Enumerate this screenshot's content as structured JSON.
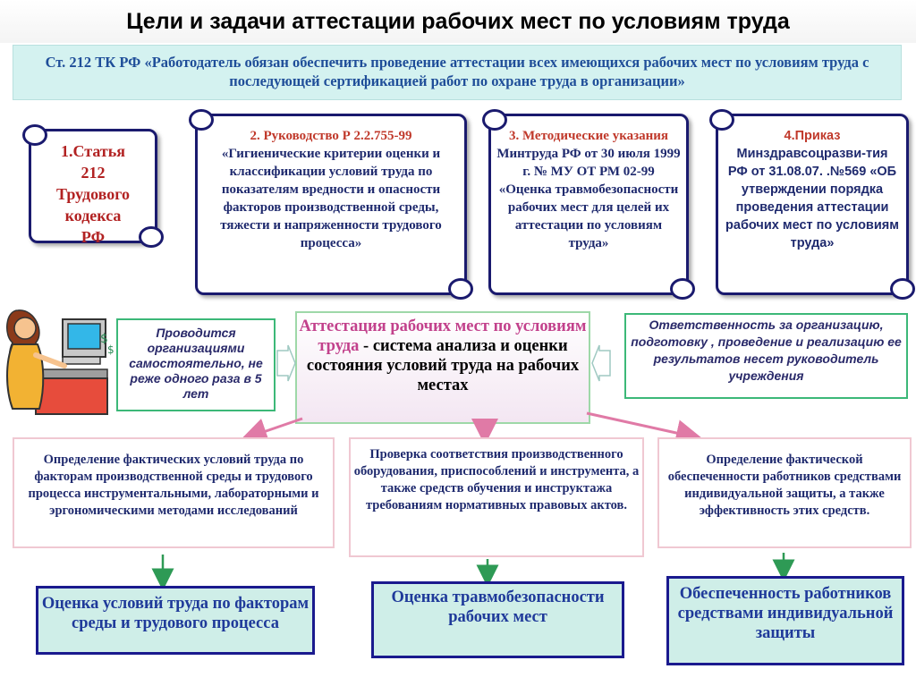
{
  "title": "Цели и задачи аттестации рабочих мест по условиям труда",
  "banner": {
    "text": "Ст. 212 ТК РФ «Работодатель обязан обеспечить проведение аттестации всех имеющихся рабочих мест по условиям труда с последующей сертификацией работ по охране труда в организации»"
  },
  "documents": [
    {
      "lines": [
        "1.Статья",
        "212",
        "Трудового",
        "кодекса",
        "РФ"
      ]
    },
    {
      "heading": "2. Руководство  Р 2.2.755-99",
      "body": "«Гигиенические критерии оценки и классификации условий труда по показателям вредности и опасности факторов производственной среды, тяжести и напряженности трудового процесса»"
    },
    {
      "heading": "3. Методические указания",
      "body": " Минтруда РФ от  30 июля 1999 г. № МУ ОТ РМ 02-99 «Оценка травмобезопасности рабочих мест для целей их аттестации по условиям труда»"
    },
    {
      "heading": "4.Приказ",
      "body": "Минздравсоцразви-тия РФ от 31.08.07. .№569 «ОБ утверждении порядка проведения аттестации рабочих мест по условиям труда»"
    }
  ],
  "center": {
    "highlight": "Аттестация рабочих мест по условиям труда",
    "rest": " - система анализа и оценки состояния условий труда на рабочих местах"
  },
  "left_info": "Проводится организациями самостоятельно, не реже одного раза в 5 лет",
  "right_info": "Ответственность за организацию, подготовку , проведение и реализацию ее результатов несет руководитель учреждения",
  "tasks": [
    "Определение фактических условий труда по факторам производственной среды и трудового процесса инструментальными, лабораторными и эргономическими методами исследований",
    "Проверка соответствия производственного оборудования, приспособлений и инструмента, а также средств обучения и инструктажа требованиям нормативных правовых актов.",
    "Определение фактической обеспеченности работников средствами индивидуальной защиты, а также эффективность этих средств."
  ],
  "results": [
    "Оценка условий труда по факторам среды и трудового процесса",
    "Оценка травмобезопасности рабочих мест",
    "Обеспеченность работников средствами индивидуальной защиты"
  ],
  "colors": {
    "scroll_border": "#1a1a6e",
    "banner_bg": "#d4f2f0",
    "result_bg": "#cfeee8",
    "arrow_pink": "#e07aa6",
    "arrow_green": "#2e9a55"
  }
}
